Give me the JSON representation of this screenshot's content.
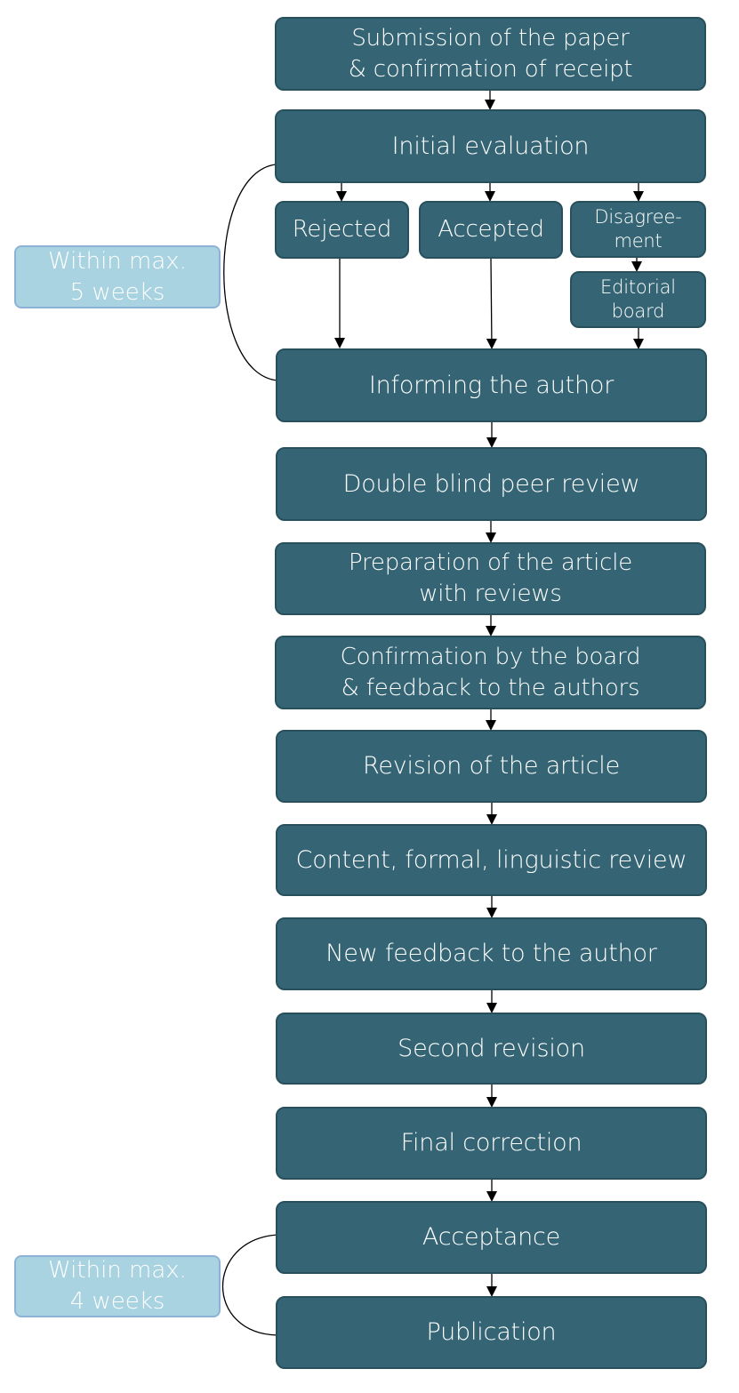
{
  "diagram": {
    "steps": {
      "submission": "Submission of the paper\n& confirmation of receipt",
      "initial_evaluation": "Initial evaluation",
      "rejected": "Rejected",
      "accepted": "Accepted",
      "disagreement": "Disagree-\nment",
      "editorial_board": "Editorial\nboard",
      "informing_author": "Informing the author",
      "peer_review": "Double blind peer review",
      "preparation": "Preparation of the article\nwith reviews",
      "confirmation": "Confirmation by the board\n& feedback to the authors",
      "revision": "Revision of the article",
      "content_review": "Content, formal, linguistic review",
      "new_feedback": "New feedback to the author",
      "second_revision": "Second revision",
      "final_correction": "Final correction",
      "acceptance": "Acceptance",
      "publication": "Publication"
    },
    "notes": {
      "first_deadline": "Within max.\n5 weeks",
      "second_deadline": "Within max.\n4 weeks"
    },
    "colors": {
      "step_fill": "#356574",
      "step_border": "#27505c",
      "note_fill": "#a9d3e0",
      "note_border": "#8db2d8",
      "arrow": "#000000"
    }
  }
}
